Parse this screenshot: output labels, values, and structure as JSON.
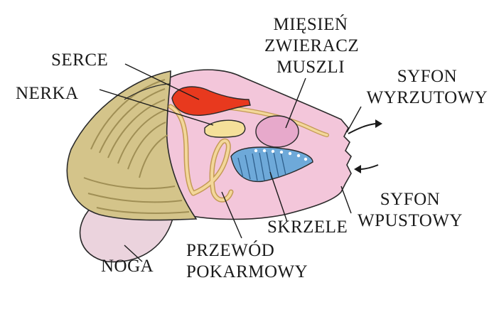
{
  "labels": {
    "serce": "SERCE",
    "nerka": "NERKA",
    "miesien": [
      "MIĘSIEŃ",
      "ZWIERACZ",
      "MUSZLI"
    ],
    "syfon_wyrzutowy": [
      "SYFON",
      "WYRZUTOWY"
    ],
    "syfon_wpustowy": [
      "SYFON",
      "WPUSTOWY"
    ],
    "skrzele": "SKRZELE",
    "przewod": [
      "PRZEWÓD",
      "POKARMOWY"
    ],
    "noga": "NOGA"
  },
  "colors": {
    "shell": "#d4c48a",
    "shell_ridge": "#a08f55",
    "body": "#f3c6da",
    "foot": "#ebd3dd",
    "heart": "#e8391e",
    "kidney": "#f5e09a",
    "muscle": "#e7a9cb",
    "gill": "#6ea9d9",
    "gut": "#f3d79a",
    "outline": "#2a2a2a"
  }
}
